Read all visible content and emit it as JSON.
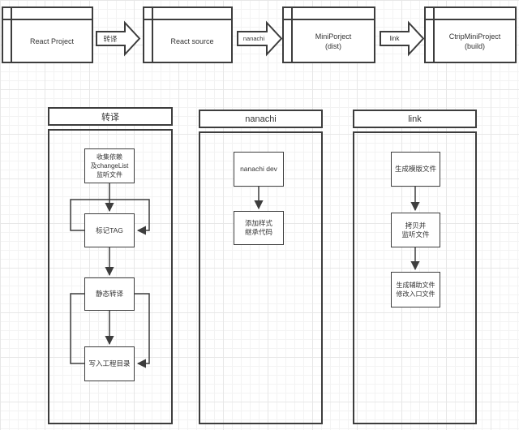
{
  "pipeline": {
    "nodes": [
      "React Project",
      "React source",
      "MiniPorject\n(dist)",
      "CtripMiniProject\n(build)"
    ],
    "arrow_labels": [
      "转译",
      "nanachi",
      "link"
    ]
  },
  "lanes": [
    {
      "title": "转译",
      "steps": [
        "收集依赖\n及changeList\n监听文件",
        "标记TAG",
        "静态转译",
        "写入工程目录"
      ]
    },
    {
      "title": "nanachi",
      "steps": [
        "nanachi dev",
        "添加样式\n继承代码"
      ]
    },
    {
      "title": "link",
      "steps": [
        "生成模版文件",
        "拷贝并\n监听文件",
        "生成辅助文件\n修改入口文件"
      ]
    }
  ],
  "colors": {
    "stroke": "#3d3d3d",
    "text": "#333333",
    "grid_minor": "#f3f3f3",
    "grid_major": "#e7e7e7",
    "background": "#ffffff"
  }
}
